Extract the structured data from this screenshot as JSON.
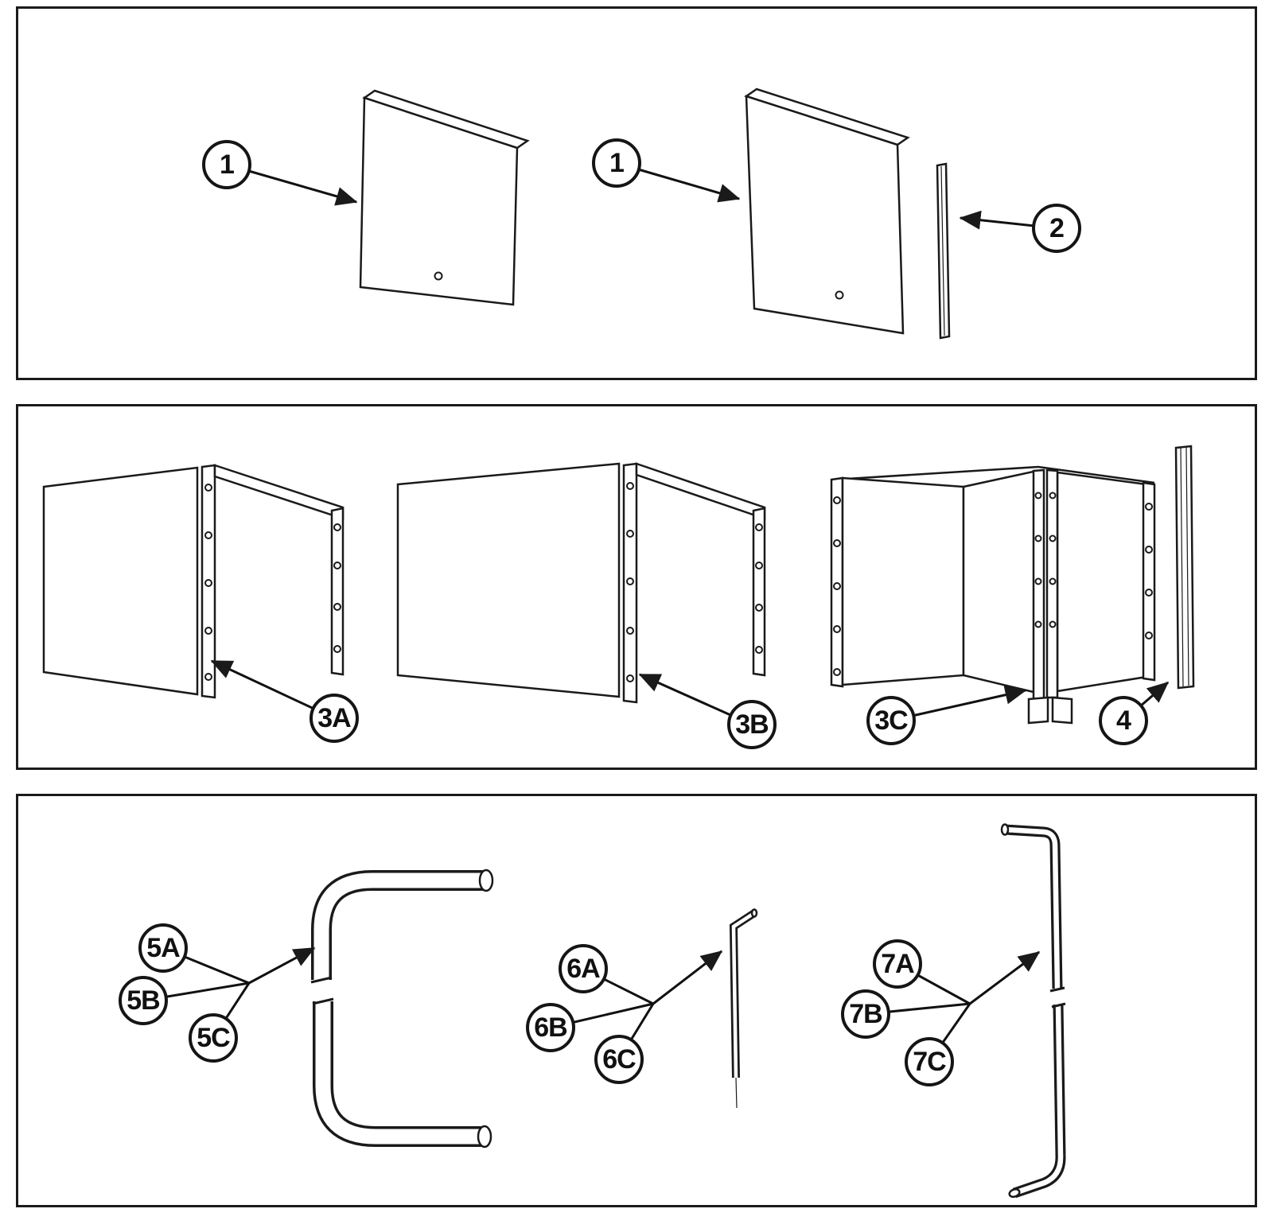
{
  "colors": {
    "ink": "#1a1a1a",
    "background": "#ffffff"
  },
  "panels": {
    "p1": {
      "callouts": {
        "left_sheet": "1",
        "right_sheet": "1",
        "trim": "2"
      }
    },
    "p2": {
      "callouts": {
        "unit_a": "3A",
        "unit_b": "3B",
        "unit_c": "3C",
        "strip": "4"
      }
    },
    "p3": {
      "callouts": {
        "g5": [
          "5A",
          "5B",
          "5C"
        ],
        "g6": [
          "6A",
          "6B",
          "6C"
        ],
        "g7": [
          "7A",
          "7B",
          "7C"
        ]
      }
    }
  }
}
